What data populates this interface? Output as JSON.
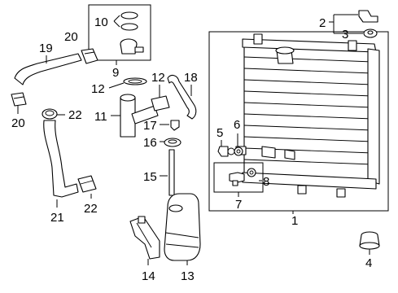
{
  "callouts": [
    {
      "id": "c1",
      "text": "1"
    },
    {
      "id": "c2",
      "text": "2"
    },
    {
      "id": "c3",
      "text": "3"
    },
    {
      "id": "c4",
      "text": "4"
    },
    {
      "id": "c5",
      "text": "5"
    },
    {
      "id": "c6",
      "text": "6"
    },
    {
      "id": "c7",
      "text": "7"
    },
    {
      "id": "c8",
      "text": "8"
    },
    {
      "id": "c9",
      "text": "9"
    },
    {
      "id": "c10",
      "text": "10"
    },
    {
      "id": "c11",
      "text": "11"
    },
    {
      "id": "c12a",
      "text": "12"
    },
    {
      "id": "c12b",
      "text": "12"
    },
    {
      "id": "c13",
      "text": "13"
    },
    {
      "id": "c14",
      "text": "14"
    },
    {
      "id": "c15",
      "text": "15"
    },
    {
      "id": "c16",
      "text": "16"
    },
    {
      "id": "c17",
      "text": "17"
    },
    {
      "id": "c18",
      "text": "18"
    },
    {
      "id": "c19",
      "text": "19"
    },
    {
      "id": "c20a",
      "text": "20"
    },
    {
      "id": "c20b",
      "text": "20"
    },
    {
      "id": "c21",
      "text": "21"
    },
    {
      "id": "c22a",
      "text": "22"
    },
    {
      "id": "c22b",
      "text": "22"
    }
  ]
}
